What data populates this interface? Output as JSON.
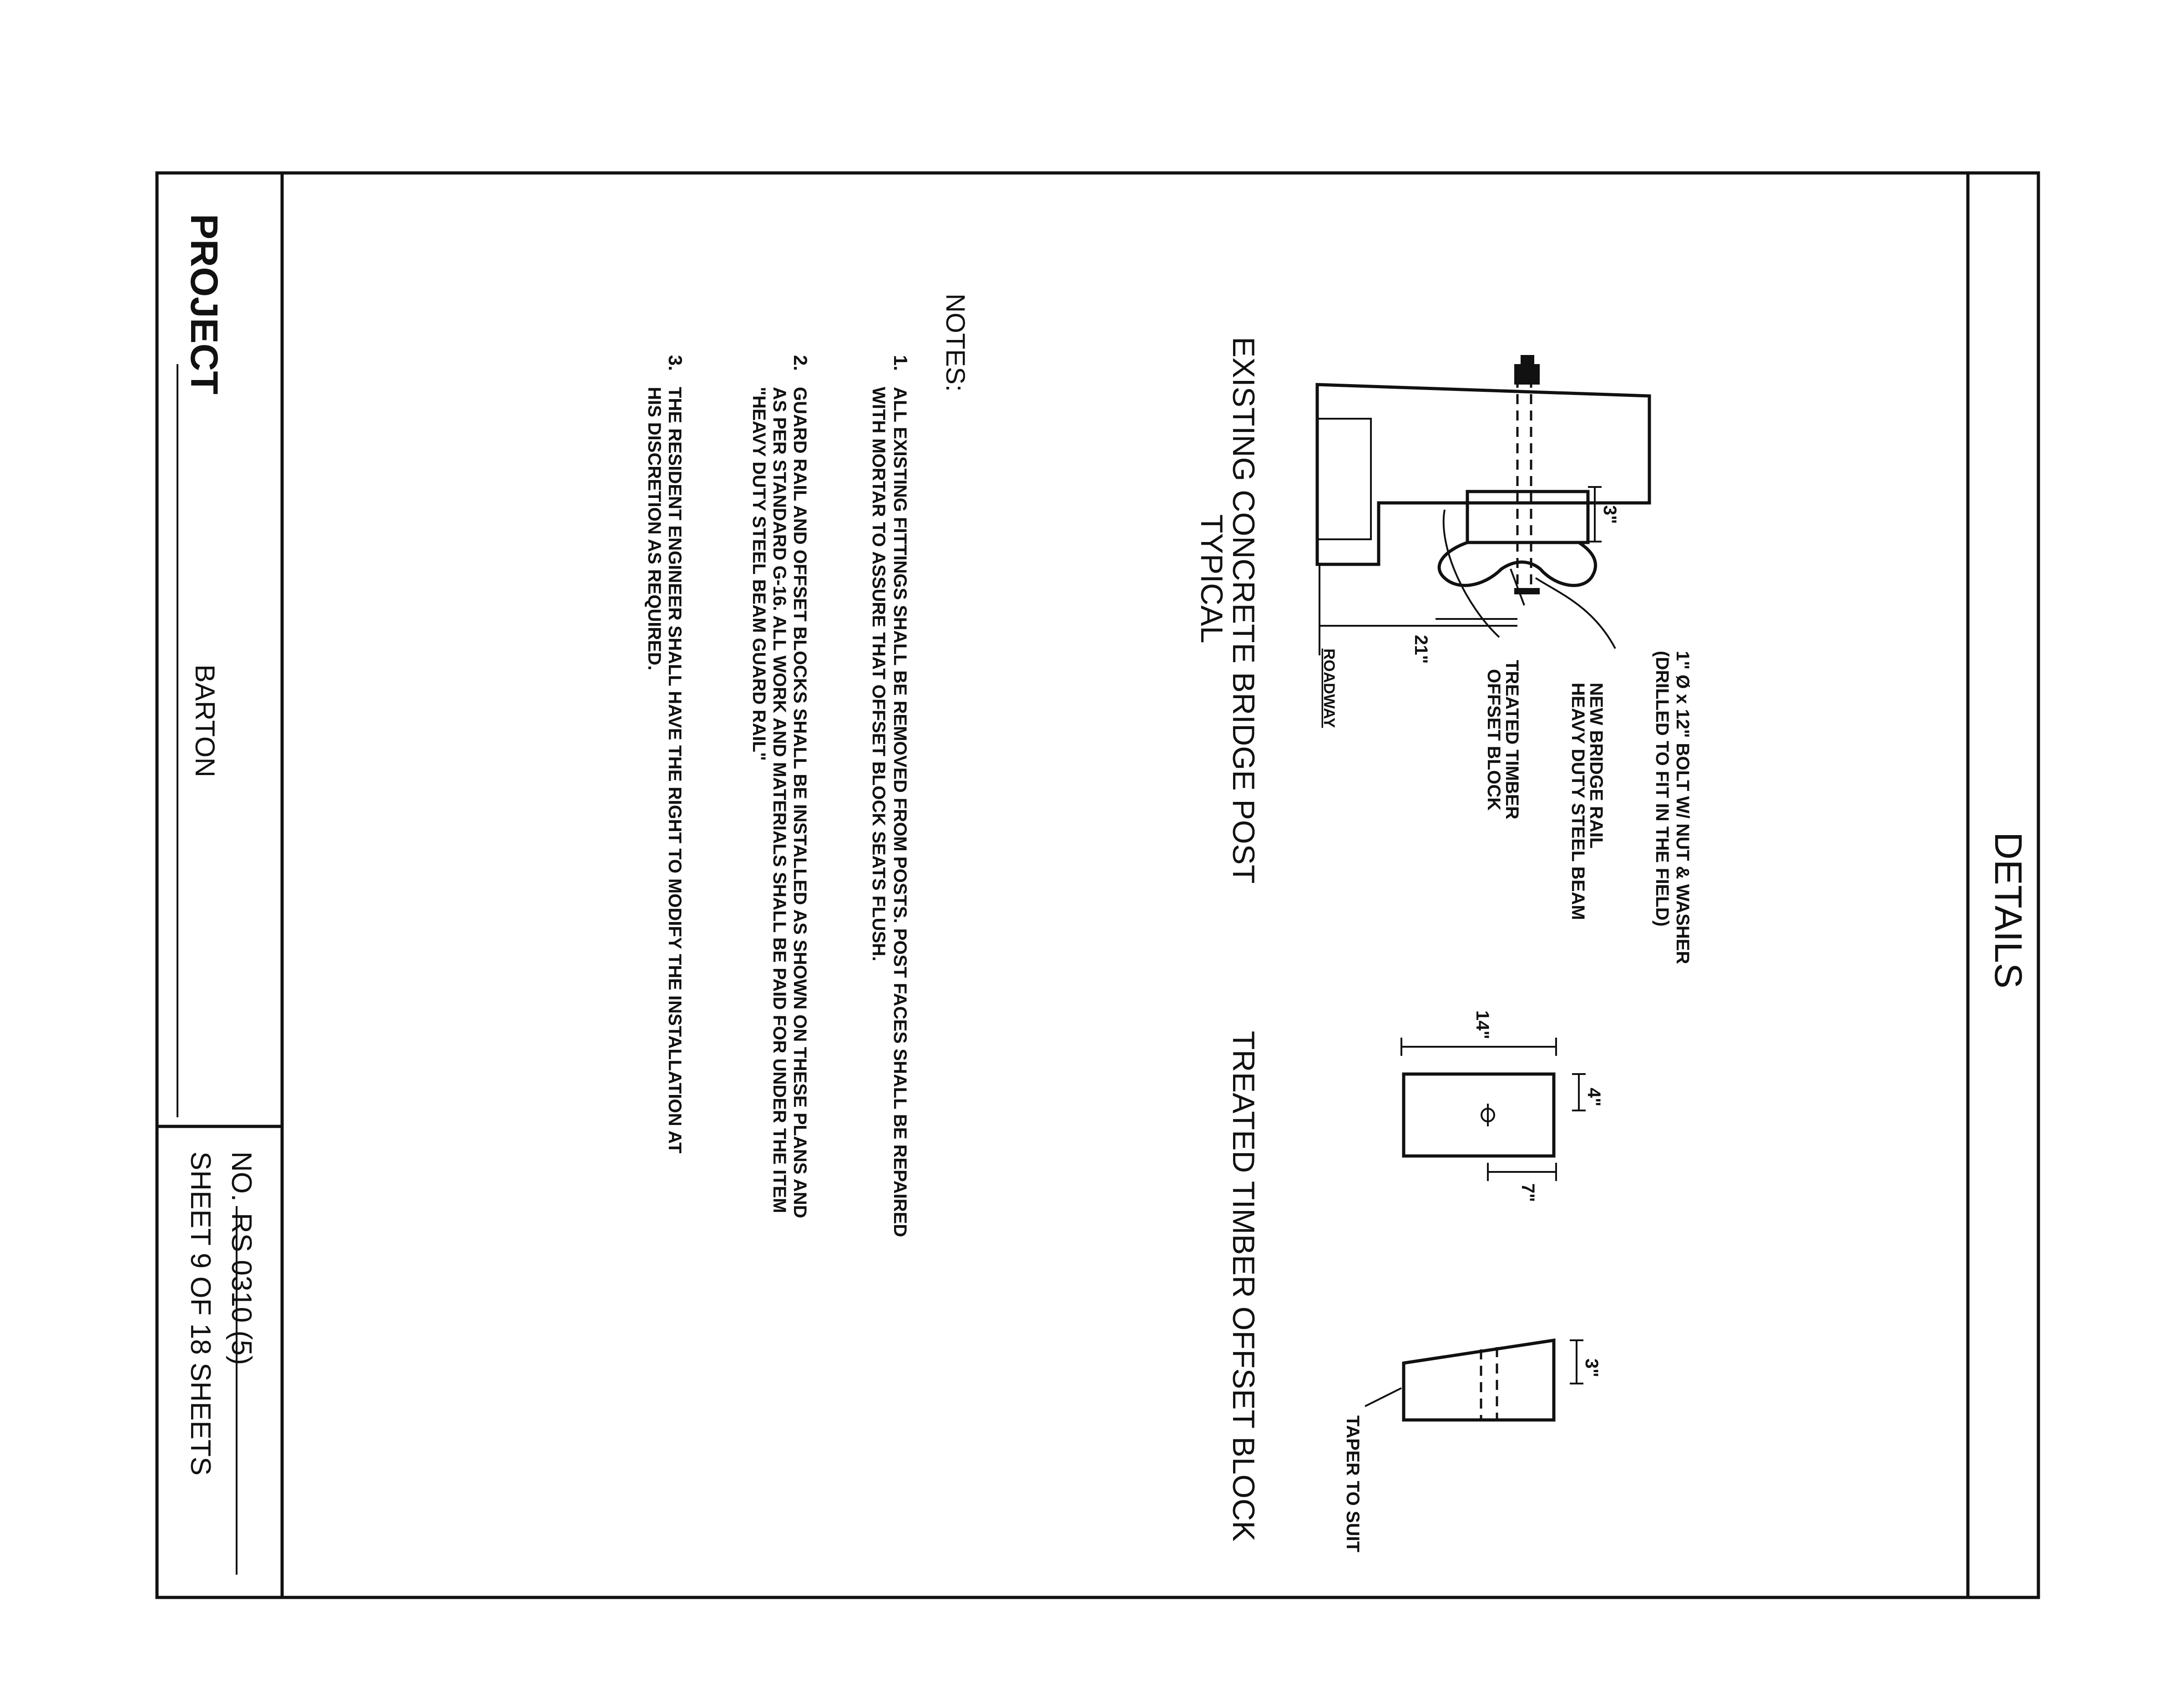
{
  "sheet": {
    "title": "DETAILS",
    "project_label": "PROJECT",
    "project_name": "BARTON",
    "number_prefix": "NO.",
    "number_value": "RS 0310 (5)",
    "sheet_of": "SHEET 9 OF 18 SHEETS"
  },
  "post_detail": {
    "title": "EXISTING CONCRETE BRIDGE POST",
    "subtitle": "TYPICAL",
    "bolt_label_1": "1\" Ø x 12\" BOLT W/ NUT & WASHER",
    "bolt_label_2": "(DRILLED TO FIT IN THE FIELD)",
    "rail_label_1": "NEW BRIDGE RAIL",
    "rail_label_2": "HEAVY DUTY STEEL BEAM",
    "block_label_1": "TREATED TIMBER",
    "block_label_2": "OFFSET BLOCK",
    "dim_3": "3\"",
    "dim_21": "21\"",
    "roadway": "ROADWAY"
  },
  "block_detail": {
    "title": "TREATED TIMBER OFFSET BLOCK",
    "dim_14": "14\"",
    "dim_4": "4\"",
    "dim_7": "7\"",
    "dim_3": "3\"",
    "taper_label": "TAPER TO SUIT"
  },
  "notes": {
    "heading": "NOTES:",
    "items": [
      {
        "num": "1.",
        "line1": "ALL EXISTING FITTINGS SHALL BE REMOVED FROM POSTS. POST FACES SHALL BE REPAIRED",
        "line2": "WITH MORTAR TO ASSURE THAT OFFSET BLOCK SEATS FLUSH.",
        "line3": ""
      },
      {
        "num": "2.",
        "line1": "GUARD RAIL AND OFFSET BLOCKS SHALL BE INSTALLED AS SHOWN ON THESE PLANS AND",
        "line2": "AS PER STANDARD G-16. ALL WORK AND MATERIALS SHALL BE PAID FOR UNDER THE ITEM",
        "line3": "\"HEAVY DUTY STEEL BEAM GUARD RAIL\""
      },
      {
        "num": "3.",
        "line1": "THE RESIDENT ENGINEER SHALL HAVE THE RIGHT TO MODIFY THE INSTALLATION AT",
        "line2": "HIS DISCRETION AS REQUIRED.",
        "line3": ""
      }
    ]
  }
}
